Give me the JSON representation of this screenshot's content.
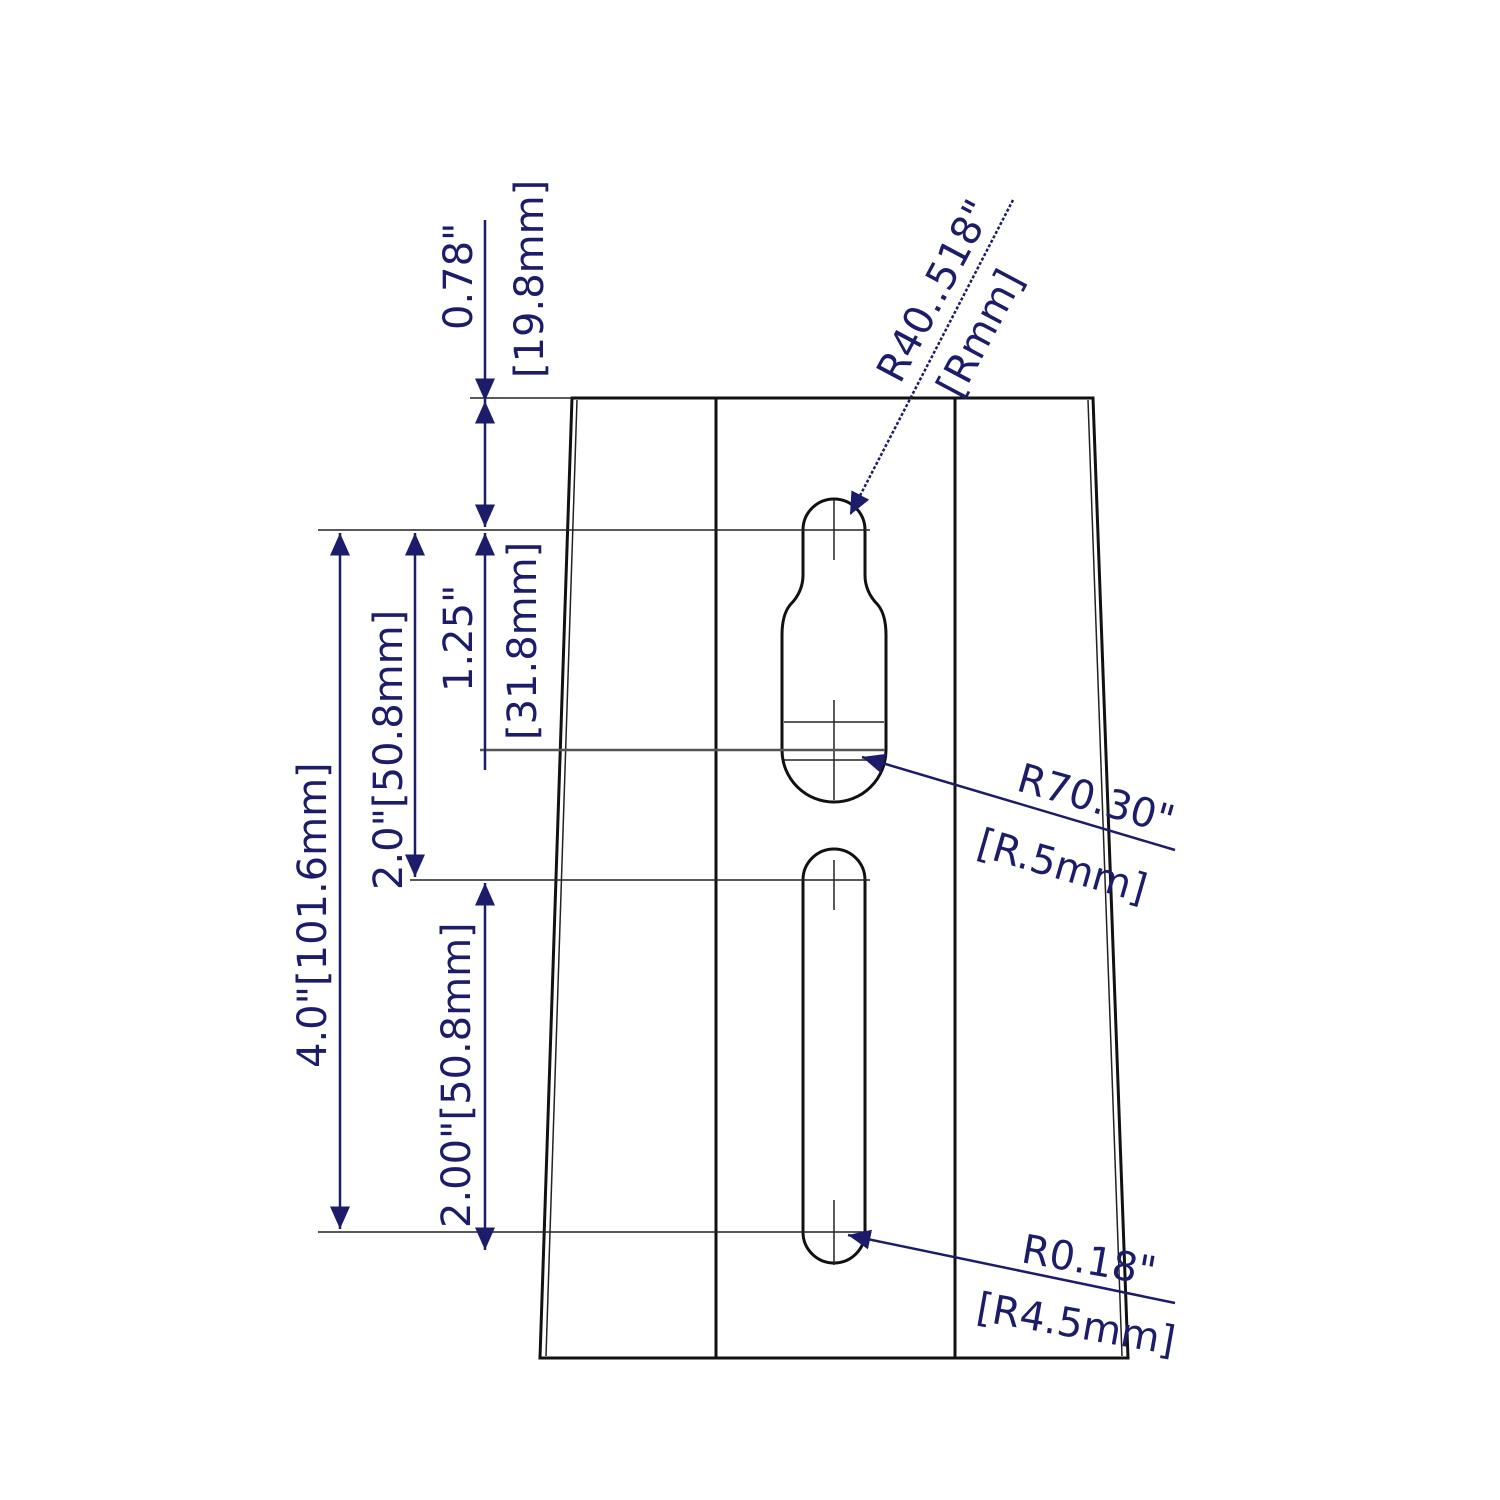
{
  "drawing": {
    "title": "Bracket with keyhole and slot",
    "colors": {
      "dimension": "#1c1c6a",
      "part": "#111111"
    },
    "dimensions": {
      "top_offset": {
        "inch": "0.78\"",
        "mm": "[19.8mm]"
      },
      "keyhole_length": {
        "inch": "1.25\"",
        "mm": "[31.8mm]"
      },
      "upper_spacing": {
        "label": "2.0\"[50.8mm]"
      },
      "lower_spacing": {
        "label": "2.00\"[50.8mm]"
      },
      "total_spacing": {
        "label": "4.0\"[101.6mm]"
      }
    },
    "radii": {
      "keyhole_top": {
        "inch": "R40..518\"",
        "mm": "[Rmm]"
      },
      "keyhole_bottom": {
        "inch": "R70.30\"",
        "mm": "[R.5mm]"
      },
      "slot_end": {
        "inch": "R0.18\"",
        "mm": "[R4.5mm]"
      }
    }
  }
}
